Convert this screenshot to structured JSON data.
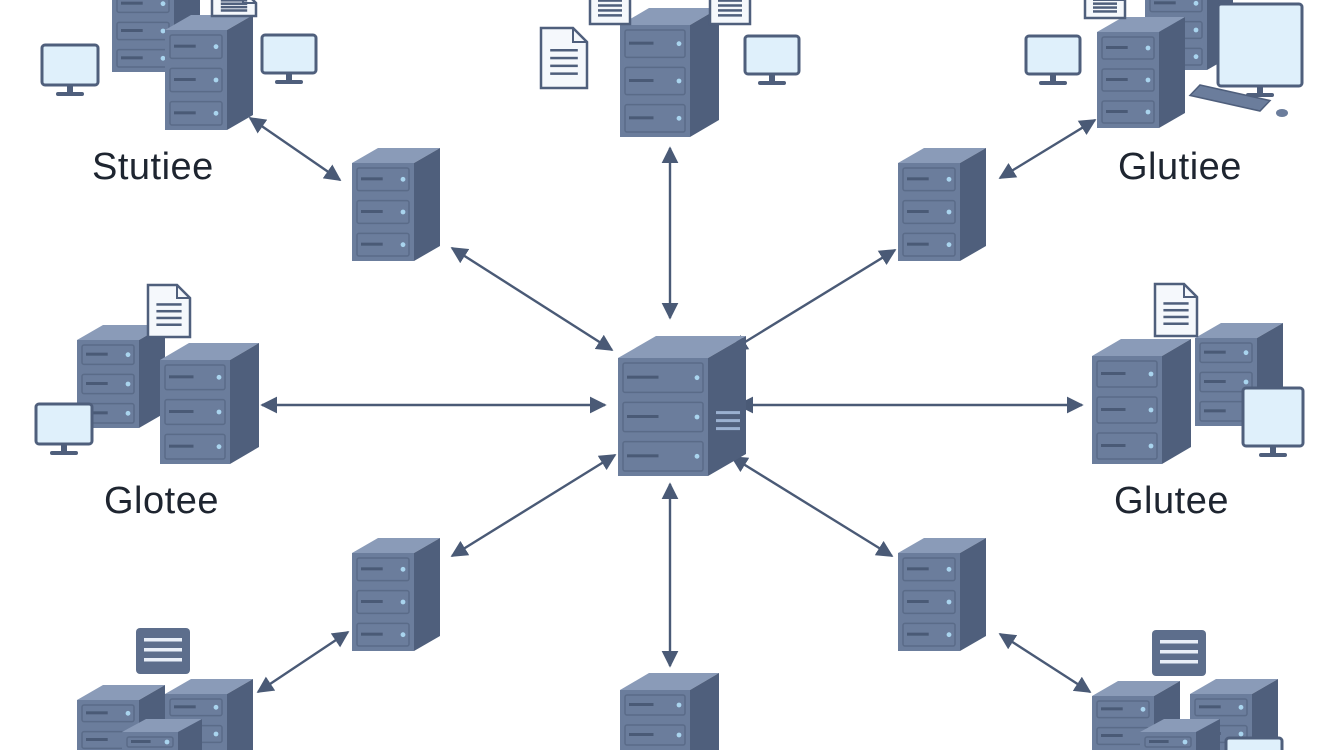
{
  "colors": {
    "server_front": "#6b7d9c",
    "server_side": "#4f5f7c",
    "server_top": "#8a9bb8",
    "arrow": "#4a5a76",
    "screen": "#dff0fb",
    "doc": "#f5f8fc"
  },
  "labels": {
    "top_left": "Stutiee",
    "top_right": "Glutiee",
    "mid_left": "Glotee",
    "mid_right": "Glutee"
  }
}
